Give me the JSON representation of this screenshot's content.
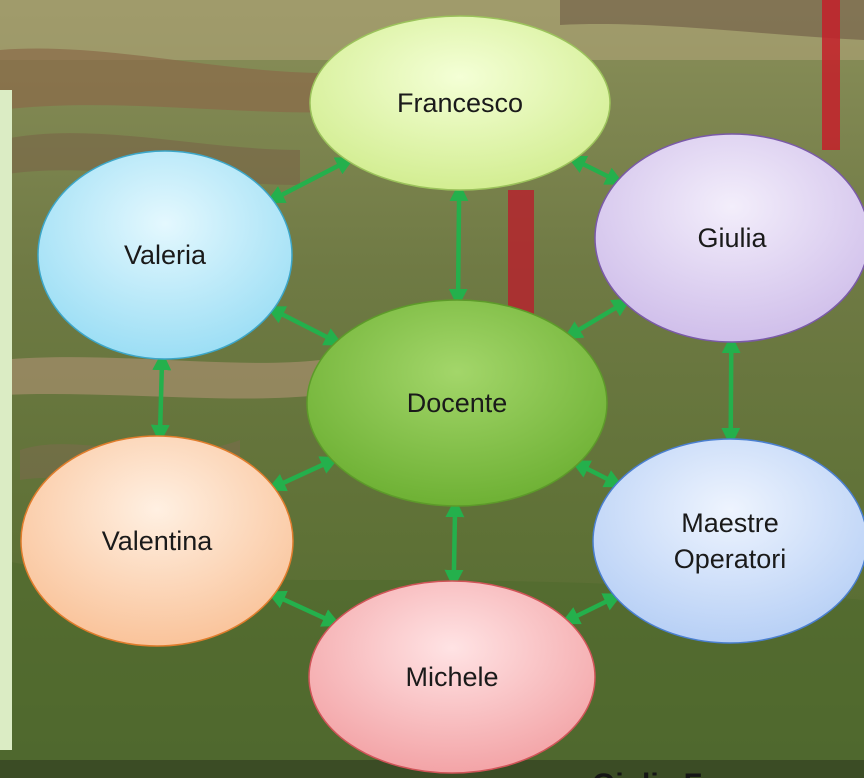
{
  "diagram": {
    "nodes": [
      {
        "id": "francesco",
        "label": "Francesco",
        "fill": "#d8f29c",
        "stroke": "#9bc25b"
      },
      {
        "id": "giulia",
        "label": "Giulia",
        "fill": "#dacdf0",
        "stroke": "#7a5aa8"
      },
      {
        "id": "valeria",
        "label": "Valeria",
        "fill": "#a9e7f8",
        "stroke": "#3ca6c8"
      },
      {
        "id": "docente",
        "label": "Docente",
        "fill": "#7cbd3d",
        "stroke": "#5d9a2a"
      },
      {
        "id": "valentina",
        "label": "Valentina",
        "fill": "#fbd0ac",
        "stroke": "#e07d2c"
      },
      {
        "id": "maestre",
        "label_lines": [
          "Maestre",
          "Operatori"
        ],
        "fill": "#c9dcf8",
        "stroke": "#4a7fd0"
      },
      {
        "id": "michele",
        "label": "Michele",
        "fill": "#f8b3b5",
        "stroke": "#d05458"
      }
    ],
    "arrow_color": "#24b04c",
    "connections": [
      [
        "francesco",
        "valeria"
      ],
      [
        "francesco",
        "giulia"
      ],
      [
        "francesco",
        "docente"
      ],
      [
        "valeria",
        "docente"
      ],
      [
        "giulia",
        "docente"
      ],
      [
        "valeria",
        "valentina"
      ],
      [
        "giulia",
        "maestre"
      ],
      [
        "docente",
        "valentina"
      ],
      [
        "docente",
        "maestre"
      ],
      [
        "docente",
        "michele"
      ],
      [
        "valentina",
        "michele"
      ],
      [
        "maestre",
        "michele"
      ]
    ]
  },
  "footer_text": "Giulia Fr..."
}
